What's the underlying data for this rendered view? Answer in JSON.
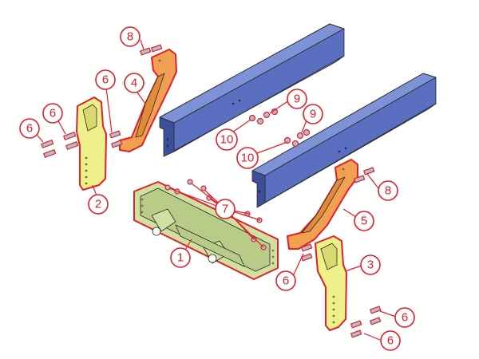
{
  "colors": {
    "accent": "#e0202a",
    "frame_rail": "#5a6fc0",
    "frame_rail_top": "#7f92d8",
    "frame_rail_dark": "#3d4f9a",
    "mount_plate": "#eef08a",
    "crossmember": "#cfe0a0",
    "support_bracket": "#f0a050",
    "hardware": "#b8bcc8"
  },
  "callouts": [
    {
      "label": "1"
    },
    {
      "label": "2"
    },
    {
      "label": "3"
    },
    {
      "label": "4"
    },
    {
      "label": "5"
    },
    {
      "label": "6"
    },
    {
      "label": "6"
    },
    {
      "label": "6"
    },
    {
      "label": "6"
    },
    {
      "label": "6"
    },
    {
      "label": "6"
    },
    {
      "label": "7"
    },
    {
      "label": "8"
    },
    {
      "label": "8"
    },
    {
      "label": "9"
    },
    {
      "label": "9"
    },
    {
      "label": "10"
    },
    {
      "label": "10"
    }
  ]
}
